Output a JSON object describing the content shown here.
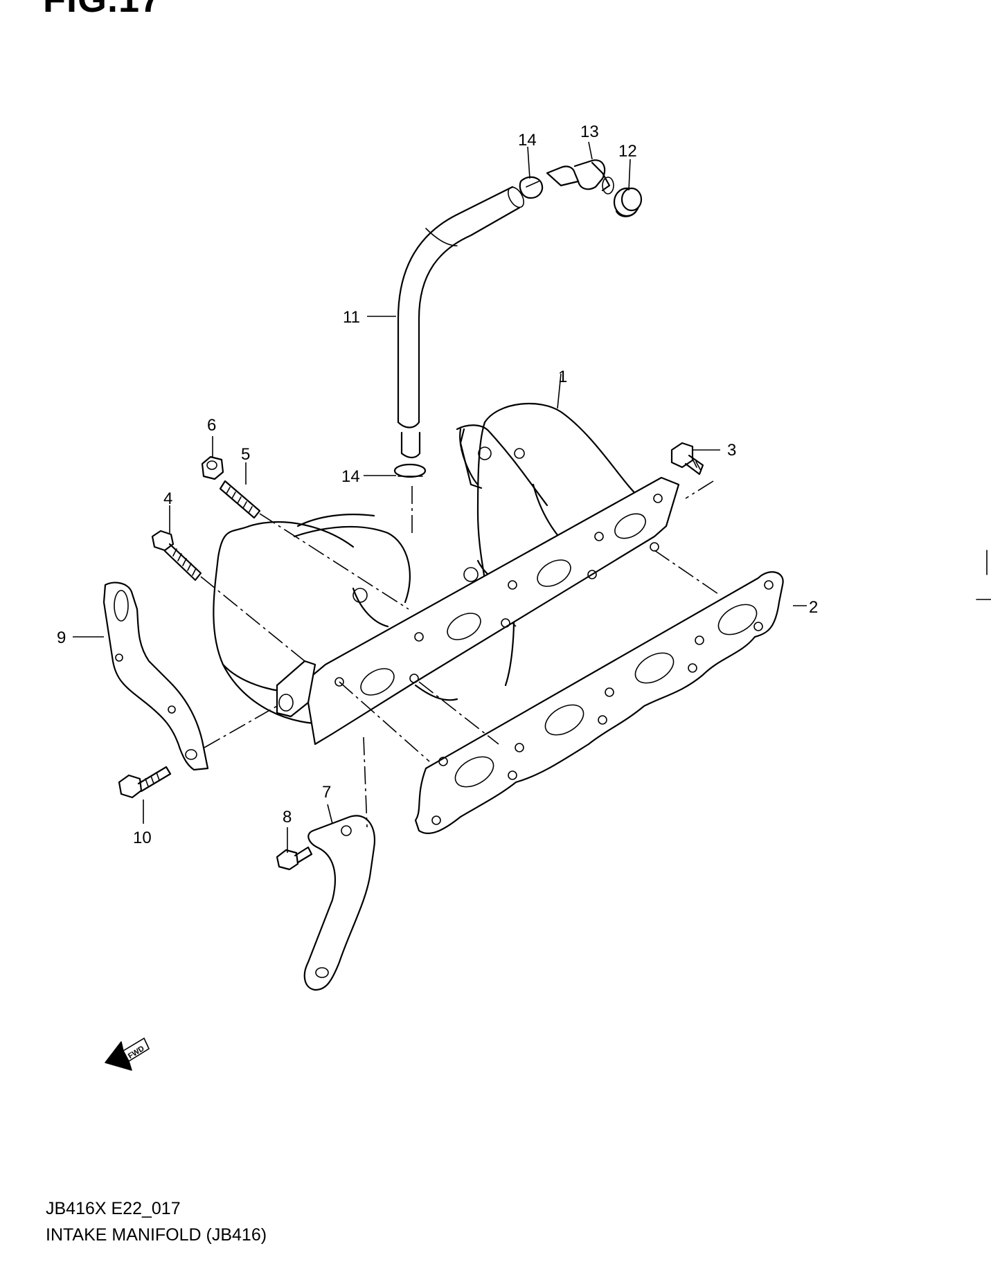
{
  "figure": {
    "title": "FIG.17",
    "code": "JB416X E22_017",
    "description": "INTAKE MANIFOLD (JB416)",
    "fwd_label": "FWD"
  },
  "callouts": [
    "1",
    "2",
    "3",
    "4",
    "5",
    "6",
    "7",
    "8",
    "9",
    "10",
    "11",
    "12",
    "13",
    "14",
    "14"
  ]
}
